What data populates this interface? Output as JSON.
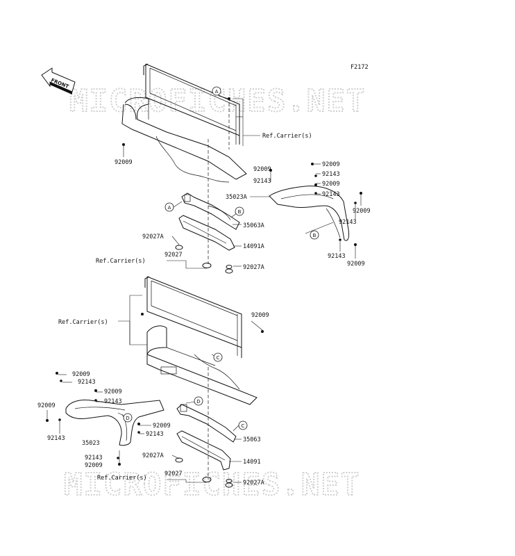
{
  "figure_id": "F2172",
  "front_label": "FRONT",
  "watermark": "MICROFICHES.NET",
  "callout_letters": [
    "A",
    "B",
    "C",
    "D"
  ],
  "upper": {
    "ref_carrier_right": "Ref.Carrier(s)",
    "ref_carrier_left": "Ref.Carrier(s)",
    "labels": {
      "p92009_left": "92009",
      "p92009_mid": "92009",
      "p92143_mid": "92143",
      "p35023A": "35023A",
      "p35063A": "35063A",
      "p14091A": "14091A",
      "p92027A_left": "92027A",
      "p92027": "92027",
      "p92027A_bottom": "92027A",
      "r92009_1": "92009",
      "r92143_1": "92143",
      "r92009_2": "92009",
      "r92143_2": "92143",
      "r92009_3": "92009",
      "r92143_3": "92143",
      "r92143_4": "92143",
      "r92009_4": "92009"
    }
  },
  "lower": {
    "ref_carrier_left": "Ref.Carrier(s)",
    "ref_carrier_bottom": "Ref.Carrier(s)",
    "labels": {
      "p92009_right": "92009",
      "l92009_1": "92009",
      "l92143_1": "92143",
      "l92009_2": "92009",
      "l92143_2": "92143",
      "l92009_3": "92009",
      "l92143_3": "92143",
      "l35023": "35023",
      "m92009": "92009",
      "m92143": "92143",
      "l92143_4": "92143",
      "l92009_4": "92009",
      "p35063": "35063",
      "p14091": "14091",
      "p92027A_left": "92027A",
      "p92027": "92027",
      "p92027A_bottom": "92027A"
    }
  }
}
